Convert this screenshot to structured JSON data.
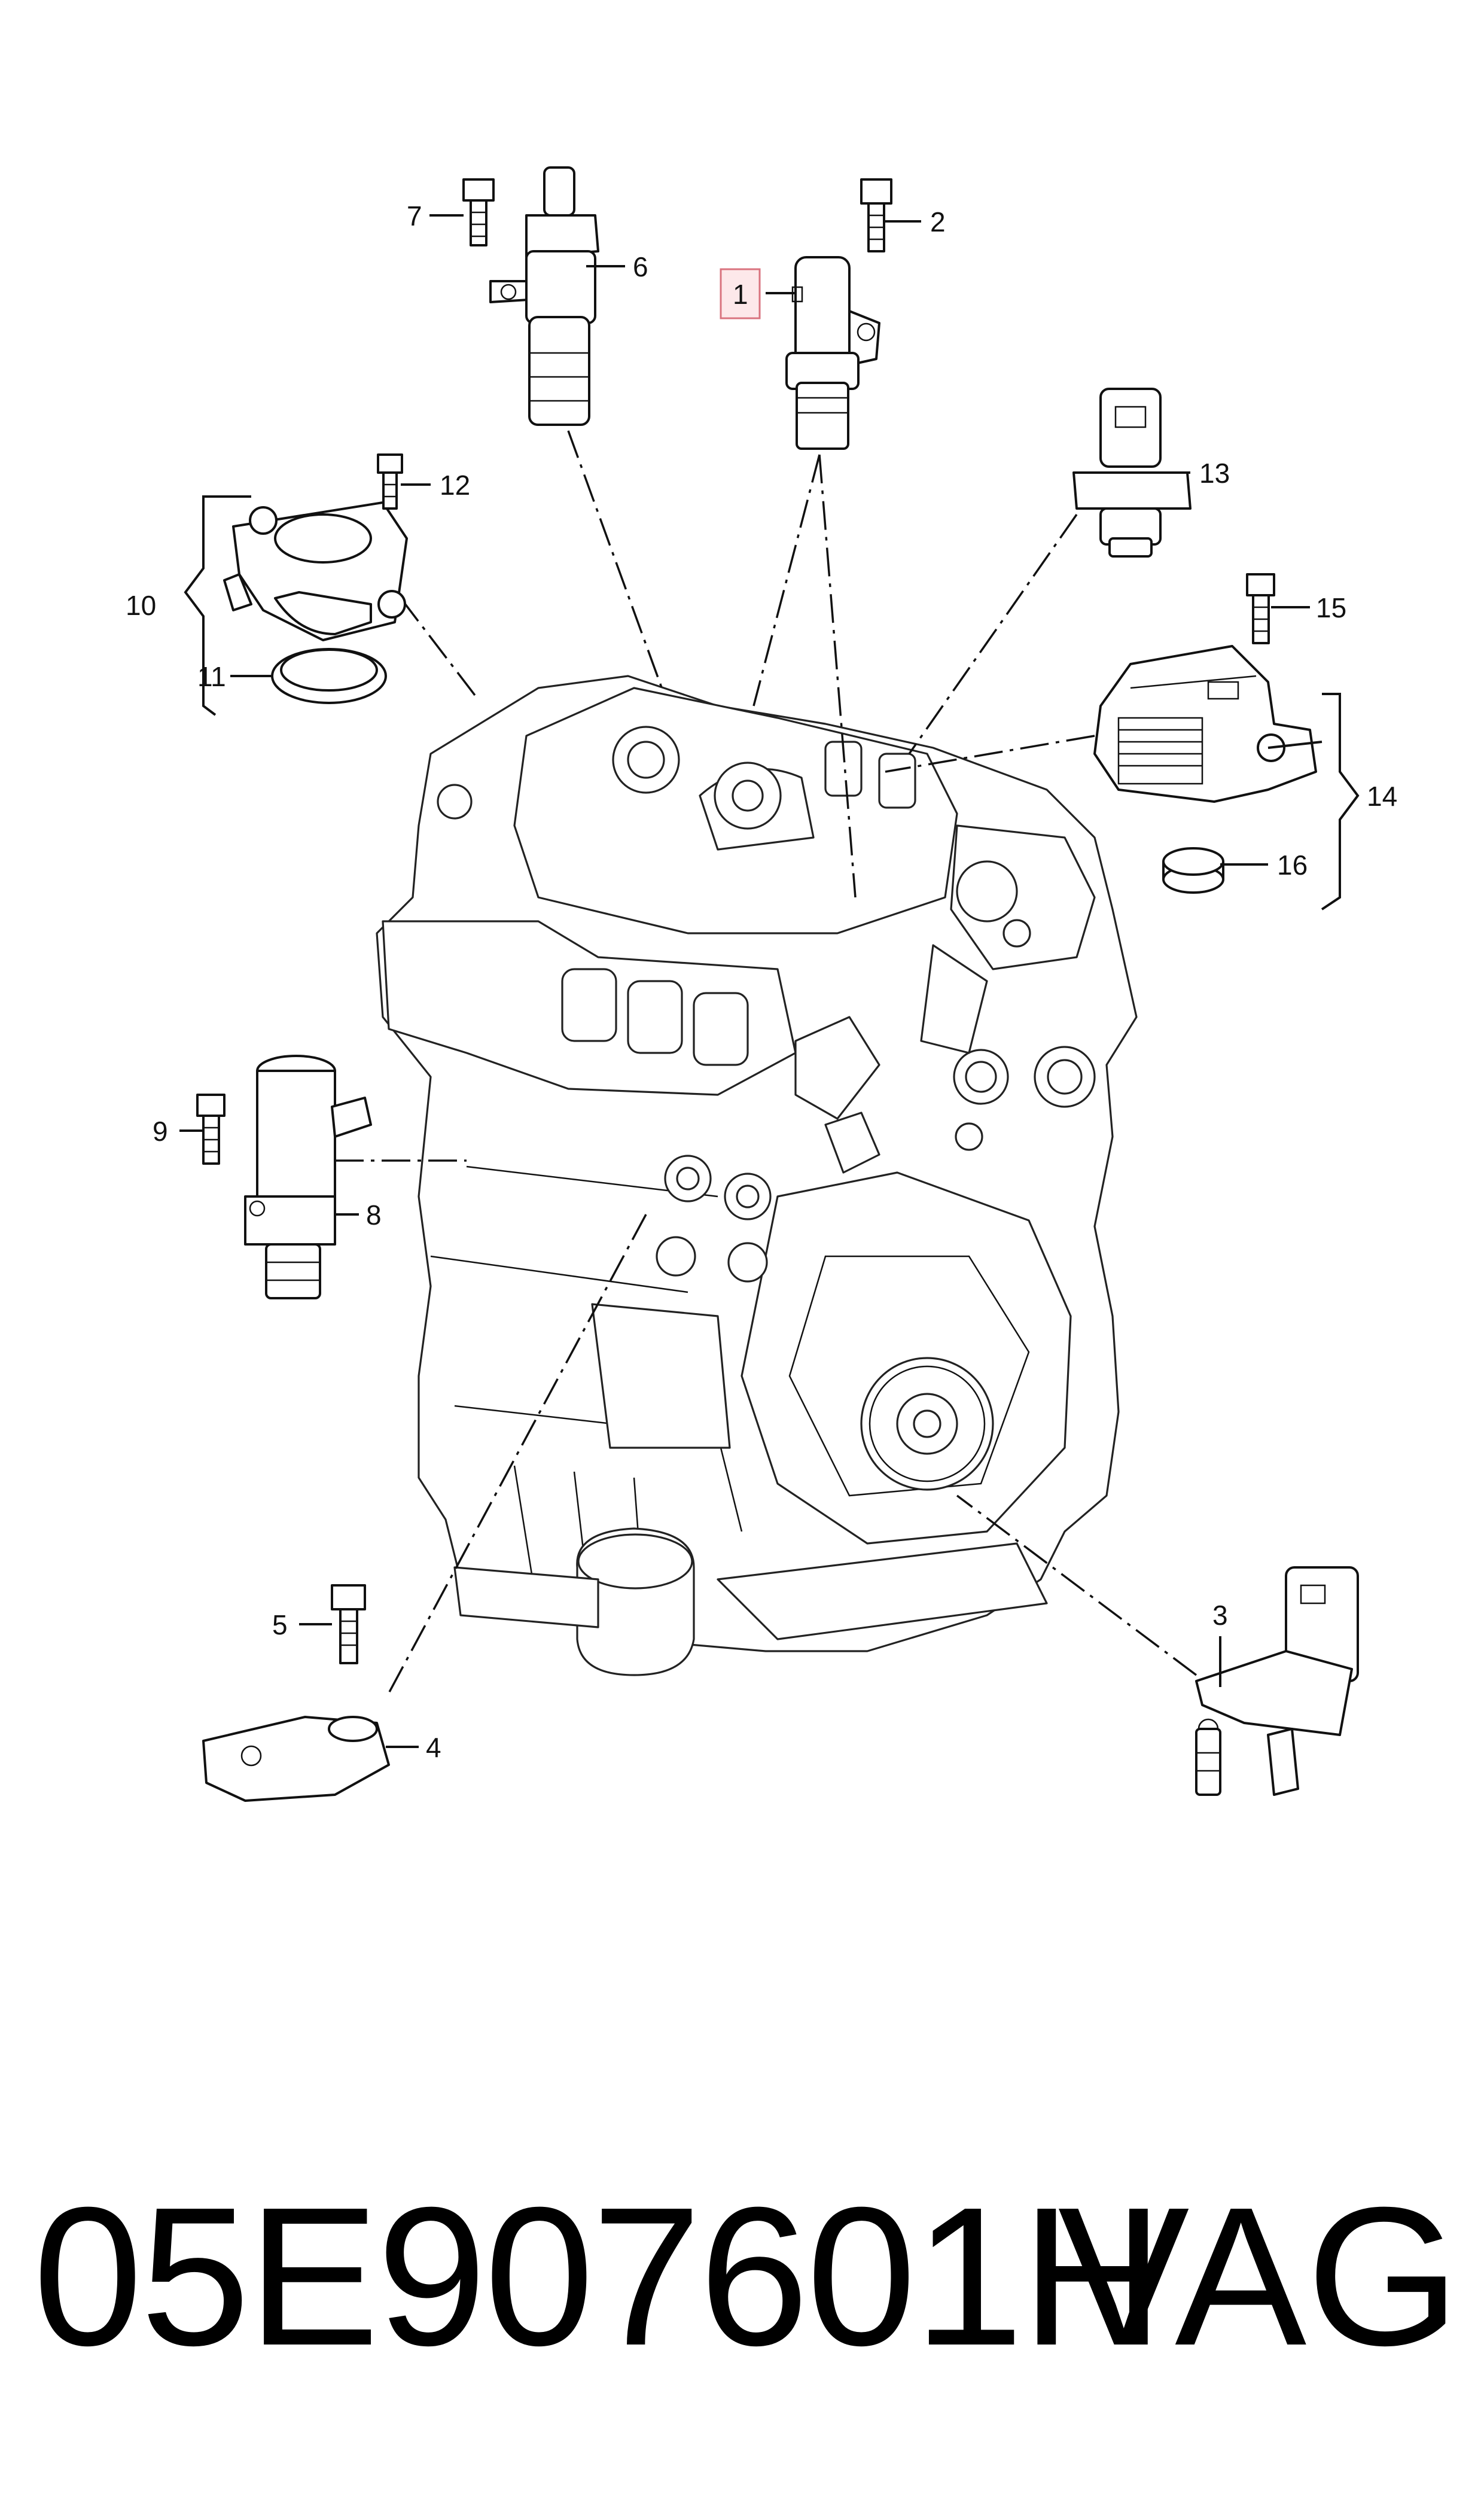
{
  "callouts": [
    "1",
    "2",
    "3",
    "4",
    "5",
    "6",
    "7",
    "8",
    "9",
    "10",
    "11",
    "12",
    "13",
    "14",
    "15",
    "16"
  ],
  "highlighted_callout": "1",
  "footer": {
    "part_number": "05E907601H",
    "brand": "VAG"
  }
}
